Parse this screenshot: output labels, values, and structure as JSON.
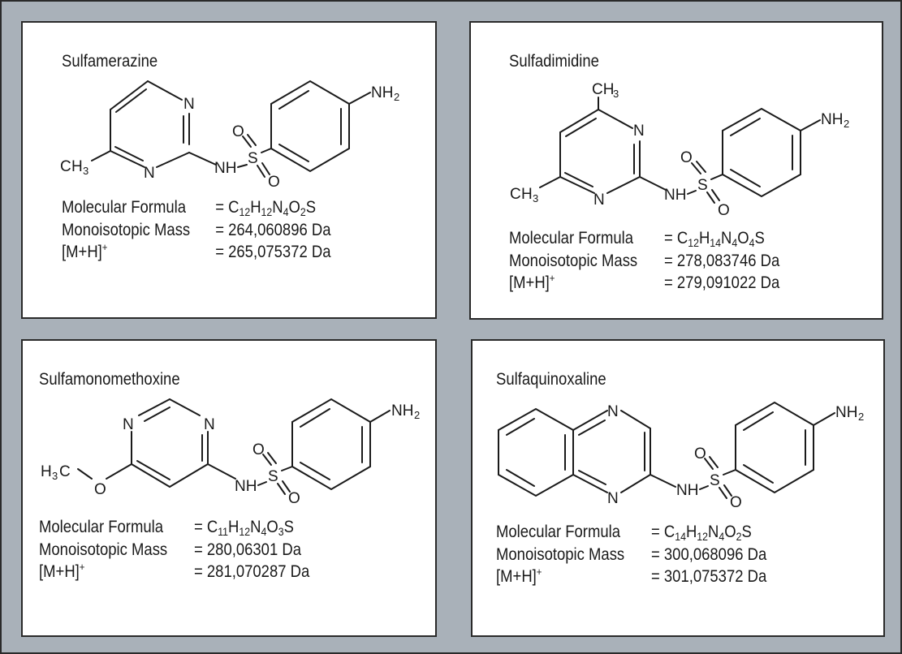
{
  "compounds": [
    {
      "name": "Sulfamerazine",
      "atoms": {
        "n_top": "N",
        "n_bottom": "N",
        "methyl": "H",
        "methyl_sub": "3",
        "methyl_c": "C",
        "nh": "NH",
        "s": "S",
        "o_top": "O",
        "o_bottom": "O",
        "nh2": "NH",
        "nh2_sub": "2"
      },
      "properties": {
        "formula_label": "Molecular Formula",
        "formula_prefix": "= ",
        "formula": [
          {
            "t": "C"
          },
          {
            "s": "12"
          },
          {
            "t": "H"
          },
          {
            "s": "12"
          },
          {
            "t": "N"
          },
          {
            "s": "4"
          },
          {
            "t": "O"
          },
          {
            "s": "2"
          },
          {
            "t": "S"
          }
        ],
        "mass_label": "Monoisotopic Mass",
        "mass_value": "= 264,060896 Da",
        "ion_label": "[M+H]",
        "ion_sup": "+",
        "ion_value": "= 265,075372 Da"
      }
    },
    {
      "name": "Sulfadimidine",
      "atoms": {
        "n_top": "N",
        "n_bottom": "N",
        "ch3_top": "CH",
        "ch3_top_sub": "3",
        "methyl_c": "C",
        "methyl": "H",
        "methyl_sub": "3",
        "nh": "NH",
        "s": "S",
        "o_top": "O",
        "o_bottom": "O",
        "nh2": "NH",
        "nh2_sub": "2"
      },
      "properties": {
        "formula_label": "Molecular Formula",
        "formula_prefix": "= ",
        "formula": [
          {
            "t": "C"
          },
          {
            "s": "12"
          },
          {
            "t": "H"
          },
          {
            "s": "14"
          },
          {
            "t": "N"
          },
          {
            "s": "4"
          },
          {
            "t": "O"
          },
          {
            "s": "4"
          },
          {
            "t": "S"
          }
        ],
        "mass_label": "Monoisotopic Mass",
        "mass_value": "= 278,083746 Da",
        "ion_label": "[M+H]",
        "ion_sup": "+",
        "ion_value": "= 279,091022 Da"
      }
    },
    {
      "name": "Sulfamonomethoxine",
      "atoms": {
        "n_left": "N",
        "n_right": "N",
        "methyl_c": "C",
        "methyl": "H",
        "methyl_sub": "3",
        "o_ether": "O",
        "nh": "NH",
        "s": "S",
        "o_top": "O",
        "o_bottom": "O",
        "nh2": "NH",
        "nh2_sub": "2"
      },
      "properties": {
        "formula_label": "Molecular Formula",
        "formula_prefix": "= ",
        "formula": [
          {
            "t": "C"
          },
          {
            "s": "11"
          },
          {
            "t": "H"
          },
          {
            "s": "12"
          },
          {
            "t": "N"
          },
          {
            "s": "4"
          },
          {
            "t": "O"
          },
          {
            "s": "3"
          },
          {
            "t": "S"
          }
        ],
        "mass_label": "Monoisotopic Mass",
        "mass_value": "= 280,06301 Da",
        "ion_label": "[M+H]",
        "ion_sup": "+",
        "ion_value": "= 281,070287 Da"
      }
    },
    {
      "name": "Sulfaquinoxaline",
      "atoms": {
        "n_top": "N",
        "n_bottom": "N",
        "nh": "NH",
        "s": "S",
        "o_top": "O",
        "o_bottom": "O",
        "nh2": "NH",
        "nh2_sub": "2"
      },
      "properties": {
        "formula_label": "Molecular Formula",
        "formula_prefix": "= ",
        "formula": [
          {
            "t": "C"
          },
          {
            "s": "14"
          },
          {
            "t": "H"
          },
          {
            "s": "12"
          },
          {
            "t": "N"
          },
          {
            "s": "4"
          },
          {
            "t": "O"
          },
          {
            "s": "2"
          },
          {
            "t": "S"
          }
        ],
        "mass_label": "Monoisotopic Mass",
        "mass_value": "= 300,068096 Da",
        "ion_label": "[M+H]",
        "ion_sup": "+",
        "ion_value": "= 301,075372 Da"
      }
    }
  ]
}
